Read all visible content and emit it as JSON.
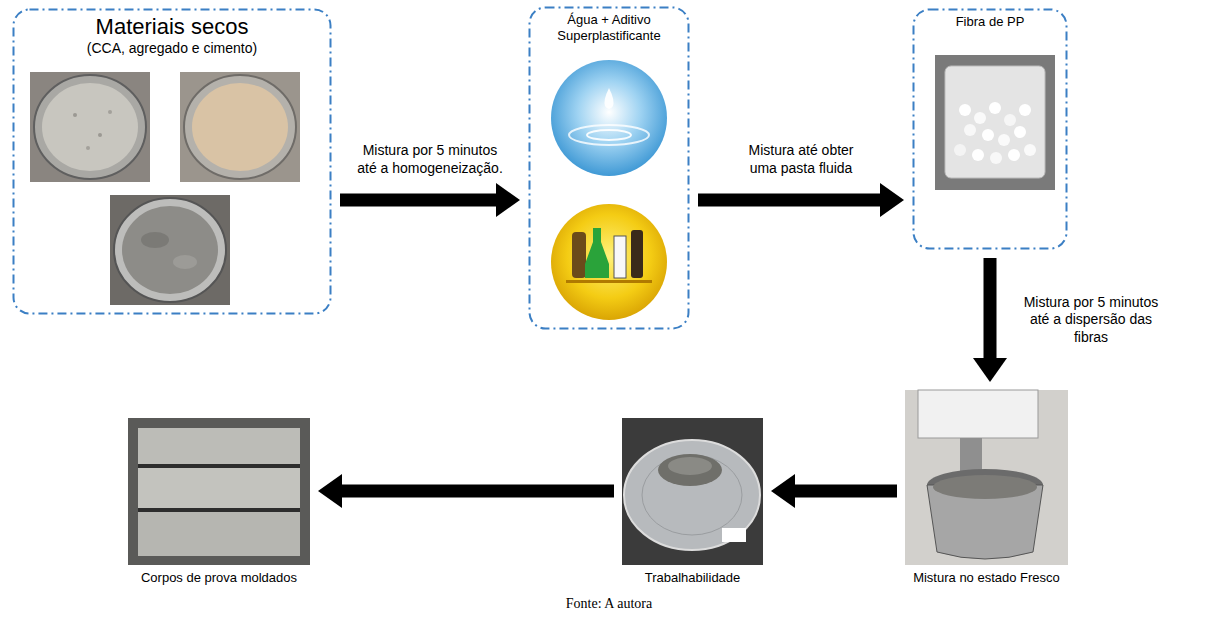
{
  "diagram": {
    "caption": "Fonte: A autora",
    "nodes": [
      {
        "text": [
          "Materiais secos",
          "(CCA, agregado e cimento)"
        ]
      },
      {
        "text": [
          "Água + Aditivo Superplastificante"
        ]
      },
      {
        "text": [
          "Fibra de PP"
        ]
      },
      {
        "text": [
          "Mistura no estado Fresco"
        ]
      },
      {
        "text": [
          "Trabalhabilidade"
        ]
      },
      {
        "text": [
          "Corpos de prova moldados"
        ]
      }
    ],
    "edges": [
      {
        "from": 0,
        "to": 1,
        "arrow": "to",
        "label": "Mistura por 5 minutos até a homogeneização."
      },
      {
        "from": 1,
        "to": 2,
        "arrow": "to",
        "label": "Mistura até obter uma pasta fluida"
      },
      {
        "from": 2,
        "to": 3,
        "arrow": "to",
        "label": "Mistura por 5 minutos até a dispersão das fibras"
      },
      {
        "from": 3,
        "to": 4,
        "arrow": "to"
      },
      {
        "from": 4,
        "to": 5,
        "arrow": "to"
      }
    ]
  }
}
